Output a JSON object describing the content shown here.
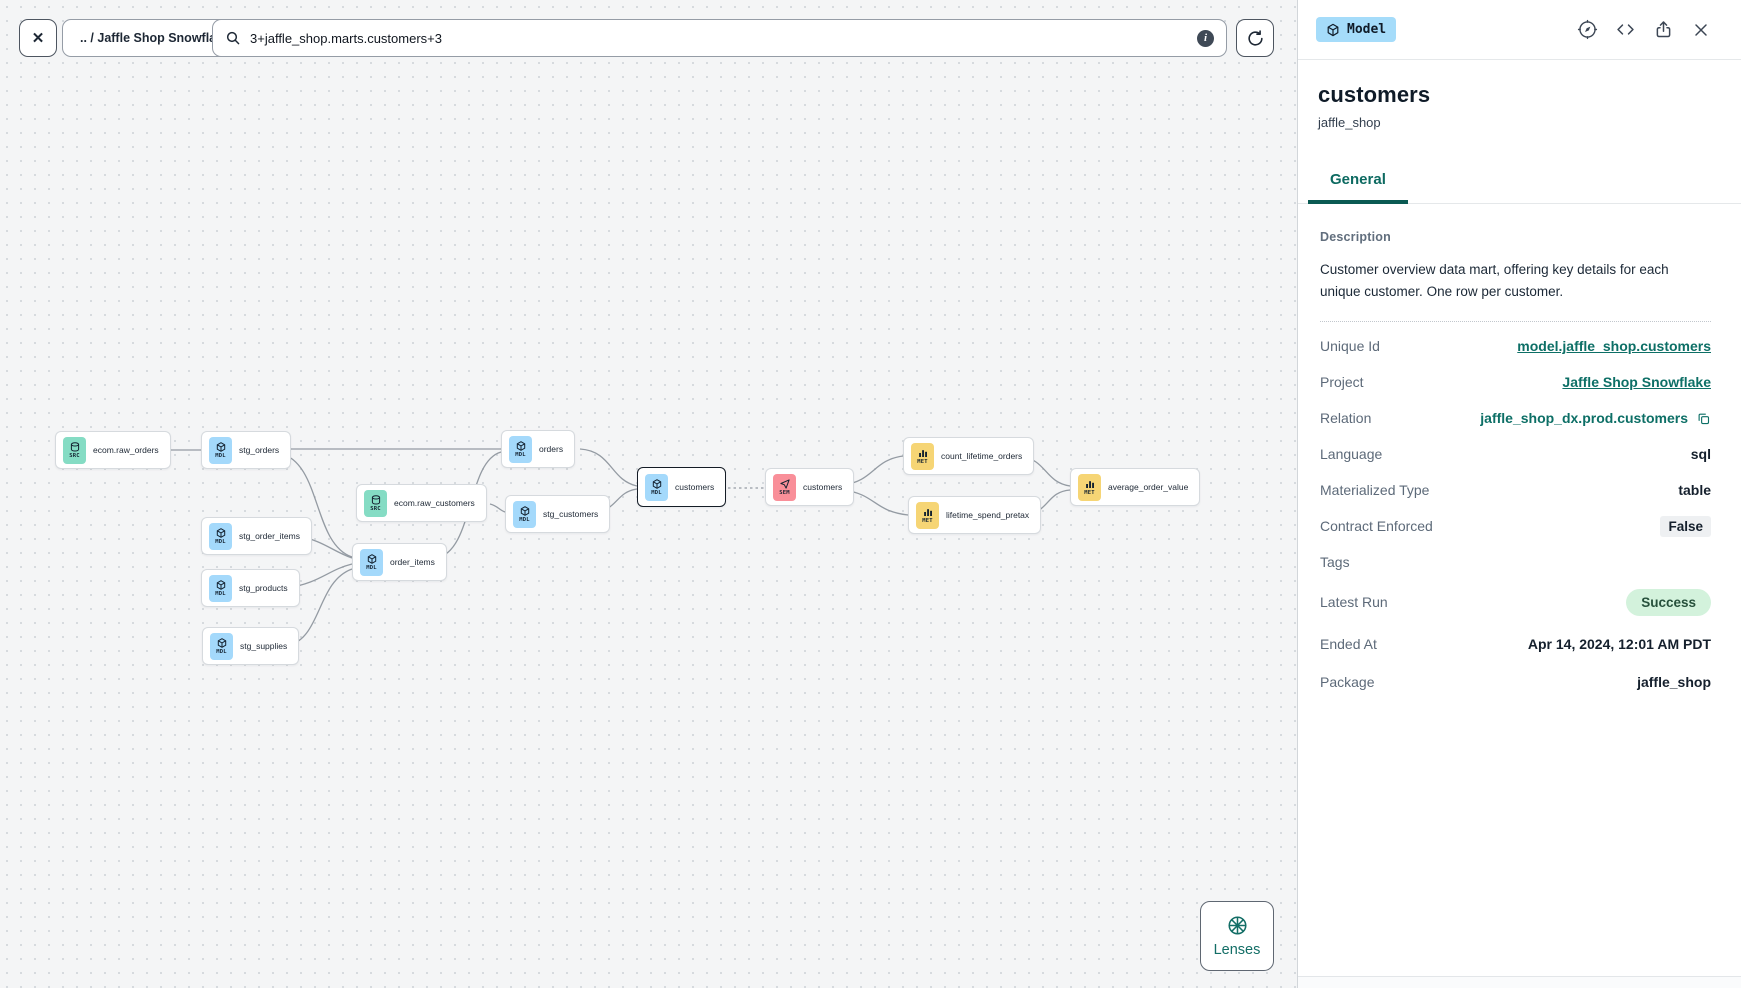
{
  "topbar": {
    "close_icon": "✕",
    "breadcrumb": ".. / Jaffle Shop Snowflake",
    "search": {
      "value": "3+jaffle_shop.marts.customers+3",
      "icon": "magnifier",
      "info_icon": "info-circle",
      "info_glyph": "i"
    },
    "refresh_icon": "reload-arrow"
  },
  "canvas": {
    "lenses_label": "Lenses",
    "lenses_icon": "aperture-lens"
  },
  "graph": {
    "nodes": [
      {
        "id": "ecom_raw_orders",
        "label": "ecom.raw_orders",
        "type": "SRC",
        "icon": "database",
        "selected": false
      },
      {
        "id": "stg_orders",
        "label": "stg_orders",
        "type": "MDL",
        "icon": "cube",
        "selected": false
      },
      {
        "id": "ecom_raw_customers",
        "label": "ecom.raw_customers",
        "type": "SRC",
        "icon": "database",
        "selected": false
      },
      {
        "id": "stg_order_items",
        "label": "stg_order_items",
        "type": "MDL",
        "icon": "cube",
        "selected": false
      },
      {
        "id": "stg_products",
        "label": "stg_products",
        "type": "MDL",
        "icon": "cube",
        "selected": false
      },
      {
        "id": "stg_supplies",
        "label": "stg_supplies",
        "type": "MDL",
        "icon": "cube",
        "selected": false
      },
      {
        "id": "order_items",
        "label": "order_items",
        "type": "MDL",
        "icon": "cube",
        "selected": false
      },
      {
        "id": "orders",
        "label": "orders",
        "type": "MDL",
        "icon": "cube",
        "selected": false
      },
      {
        "id": "stg_customers",
        "label": "stg_customers",
        "type": "MDL",
        "icon": "cube",
        "selected": false
      },
      {
        "id": "customers",
        "label": "customers",
        "type": "MDL",
        "icon": "cube",
        "selected": true
      },
      {
        "id": "customers_sem",
        "label": "customers",
        "type": "SEM",
        "icon": "paper-plane",
        "selected": false
      },
      {
        "id": "count_lifetime_orders",
        "label": "count_lifetime_orders",
        "type": "MET",
        "icon": "bar-chart",
        "selected": false
      },
      {
        "id": "lifetime_spend_pretax",
        "label": "lifetime_spend_pretax",
        "type": "MET",
        "icon": "bar-chart",
        "selected": false
      },
      {
        "id": "average_order_value",
        "label": "average_order_value",
        "type": "MET",
        "icon": "bar-chart",
        "selected": false
      }
    ],
    "edges": [
      {
        "from": "ecom_raw_orders",
        "to": "stg_orders",
        "style": "solid"
      },
      {
        "from": "stg_orders",
        "to": "orders",
        "style": "solid"
      },
      {
        "from": "stg_orders",
        "to": "order_items",
        "style": "solid"
      },
      {
        "from": "stg_order_items",
        "to": "order_items",
        "style": "solid"
      },
      {
        "from": "stg_products",
        "to": "order_items",
        "style": "solid"
      },
      {
        "from": "stg_supplies",
        "to": "order_items",
        "style": "solid"
      },
      {
        "from": "ecom_raw_customers",
        "to": "stg_customers",
        "style": "solid"
      },
      {
        "from": "order_items",
        "to": "orders",
        "style": "solid"
      },
      {
        "from": "orders",
        "to": "customers",
        "style": "solid"
      },
      {
        "from": "stg_customers",
        "to": "customers",
        "style": "solid"
      },
      {
        "from": "customers",
        "to": "customers_sem",
        "style": "dashed"
      },
      {
        "from": "customers_sem",
        "to": "count_lifetime_orders",
        "style": "solid"
      },
      {
        "from": "customers_sem",
        "to": "lifetime_spend_pretax",
        "style": "solid"
      },
      {
        "from": "count_lifetime_orders",
        "to": "average_order_value",
        "style": "solid"
      },
      {
        "from": "lifetime_spend_pretax",
        "to": "average_order_value",
        "style": "solid"
      }
    ]
  },
  "panel": {
    "badge": "Model",
    "badge_icon": "cube",
    "action_icons": [
      "compass-explore",
      "code-brackets",
      "share-export",
      "close-x"
    ],
    "title": "customers",
    "subtitle": "jaffle_shop",
    "tabs": [
      {
        "label": "General",
        "active": true
      }
    ],
    "description_label": "Description",
    "description": "Customer overview data mart, offering key details for each unique customer. One row per customer.",
    "fields": [
      {
        "label": "Unique Id",
        "value": "model.jaffle_shop.customers",
        "type": "link"
      },
      {
        "label": "Project",
        "value": "Jaffle Shop Snowflake",
        "type": "link"
      },
      {
        "label": "Relation",
        "value": "jaffle_shop_dx.prod.customers",
        "type": "relation",
        "copy_icon": "copy"
      },
      {
        "label": "Language",
        "value": "sql",
        "type": "text"
      },
      {
        "label": "Materialized Type",
        "value": "table",
        "type": "text"
      },
      {
        "label": "Contract Enforced",
        "value": "False",
        "type": "chip"
      },
      {
        "label": "Tags",
        "value": "",
        "type": "empty"
      },
      {
        "label": "Latest Run",
        "value": "Success",
        "type": "pill"
      },
      {
        "label": "Ended At",
        "value": "Apr 14, 2024, 12:01 AM PDT",
        "type": "text"
      },
      {
        "label": "Package",
        "value": "jaffle_shop",
        "type": "text"
      }
    ]
  },
  "colors": {
    "accent_teal": "#0d6f66",
    "tab_underline": "#0a5a53",
    "model_badge_bg": "#a5dcfa",
    "src_badge": "#85dcc4",
    "mdl_badge": "#a4d9fb",
    "sem_badge": "#f98f99",
    "met_badge": "#f6d575",
    "success_bg": "#d3f2dc",
    "chip_gray_bg": "#eef0f2",
    "canvas_bg": "#f4f5f6",
    "edge": "#949ba3"
  }
}
